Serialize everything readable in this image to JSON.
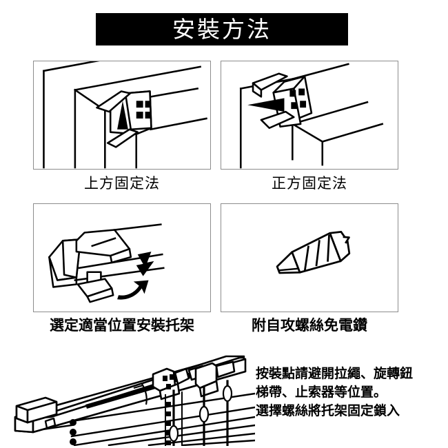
{
  "title": {
    "text": "安裝方法"
  },
  "panels": [
    {
      "id": "panel-1",
      "caption": "上方固定法",
      "illustration": "ceiling-mount-bracket-diagram"
    },
    {
      "id": "panel-2",
      "caption": "正方固定法",
      "illustration": "face-mount-bracket-diagram"
    },
    {
      "id": "panel-3",
      "caption": "選定適當位置安裝托架",
      "illustration": "headrail-into-bracket-diagram"
    },
    {
      "id": "panel-4",
      "caption": "附自攻螺絲免電鑽",
      "illustration": "self-tapping-screw-diagram"
    }
  ],
  "bottom": {
    "illustration": "venetian-blind-headrail-diagram",
    "notes": [
      "按裝點請避開拉繩、旋轉鈕",
      "梯帶、止索器等位置。",
      "選擇螺絲將托架固定鎖入"
    ]
  },
  "colors": {
    "banner_background": "#000000",
    "banner_text": "#ffffff",
    "panel_border": "#8c8c8c",
    "ink": "#000000",
    "page_background": "#ffffff"
  }
}
